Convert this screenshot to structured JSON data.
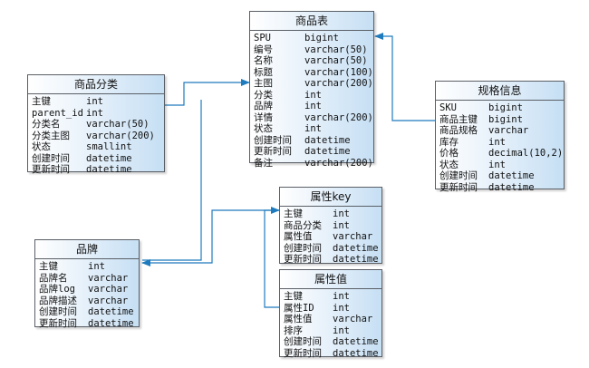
{
  "connector_color": "#1e7bbd",
  "tables": [
    {
      "key": "goods",
      "title": "商品表",
      "fields": [
        {
          "name": "SPU",
          "type": "bigint"
        },
        {
          "name": "编号",
          "type": "varchar(50)"
        },
        {
          "name": "名称",
          "type": "varchar(50)"
        },
        {
          "name": "标题",
          "type": "varchar(100)"
        },
        {
          "name": "主图",
          "type": "varchar(200)"
        },
        {
          "name": "分类",
          "type": "int"
        },
        {
          "name": "品牌",
          "type": "int"
        },
        {
          "name": "详情",
          "type": "varchar(200)"
        },
        {
          "name": "状态",
          "type": "int"
        },
        {
          "name": "创建时间",
          "type": "datetime"
        },
        {
          "name": "更新时间",
          "type": "datetime"
        },
        {
          "name": "备注",
          "type": "varchar(200)"
        }
      ]
    },
    {
      "key": "category",
      "title": "商品分类",
      "fields": [
        {
          "name": "主键",
          "type": "int"
        },
        {
          "name": "parent_id",
          "type": "int"
        },
        {
          "name": "分类名",
          "type": "varchar(50)"
        },
        {
          "name": "分类主图",
          "type": "varchar(200)"
        },
        {
          "name": "状态",
          "type": "smallint"
        },
        {
          "name": "创建时间",
          "type": "datetime"
        },
        {
          "name": "更新时间",
          "type": "datetime"
        }
      ]
    },
    {
      "key": "sku",
      "title": "规格信息",
      "fields": [
        {
          "name": "SKU",
          "type": "bigint"
        },
        {
          "name": "商品主键",
          "type": "bigint"
        },
        {
          "name": "商品规格",
          "type": "varchar"
        },
        {
          "name": "库存",
          "type": "int"
        },
        {
          "name": "价格",
          "type": "decimal(10,2)"
        },
        {
          "name": "状态",
          "type": "int"
        },
        {
          "name": "创建时间",
          "type": "datetime"
        },
        {
          "name": "更新时间",
          "type": "datetime"
        }
      ]
    },
    {
      "key": "attr_key",
      "title": "属性key",
      "fields": [
        {
          "name": "主键",
          "type": "int"
        },
        {
          "name": "商品分类",
          "type": "int"
        },
        {
          "name": "属性值",
          "type": "varchar"
        },
        {
          "name": "创建时间",
          "type": "datetime"
        },
        {
          "name": "更新时间",
          "type": "datetime"
        }
      ]
    },
    {
      "key": "brand",
      "title": "品牌",
      "fields": [
        {
          "name": "主键",
          "type": "int"
        },
        {
          "name": "品牌名",
          "type": "varchar"
        },
        {
          "name": "品牌log",
          "type": "varchar"
        },
        {
          "name": "品牌描述",
          "type": "varchar"
        },
        {
          "name": "创建时间",
          "type": "datetime"
        },
        {
          "name": "更新时间",
          "type": "datetime"
        }
      ]
    },
    {
      "key": "attr_value",
      "title": "属性值",
      "fields": [
        {
          "name": "主键",
          "type": "int"
        },
        {
          "name": "属性ID",
          "type": "int"
        },
        {
          "name": "属性值",
          "type": "varchar"
        },
        {
          "name": "排序",
          "type": "int"
        },
        {
          "name": "创建时间",
          "type": "datetime"
        },
        {
          "name": "更新时间",
          "type": "datetime"
        }
      ]
    }
  ]
}
